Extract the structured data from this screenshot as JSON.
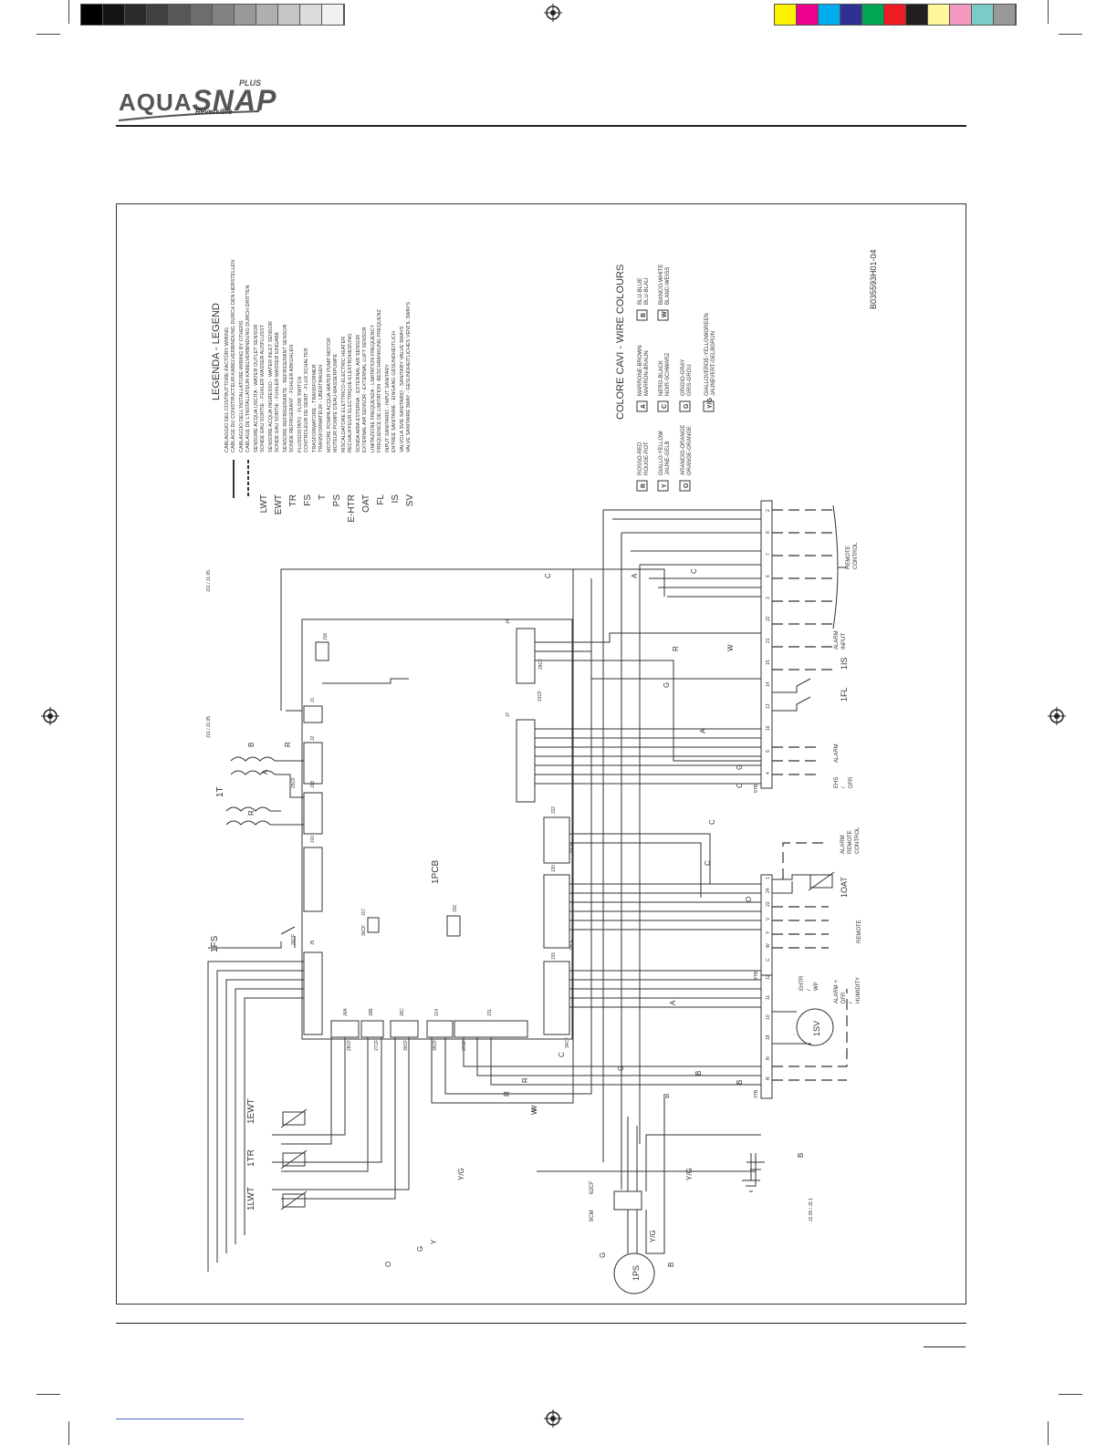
{
  "header": {
    "logo": {
      "brand_part1": "AQUA",
      "brand_part2": "SNAP",
      "superscript": "PLUS",
      "subtitle": "Reversible"
    }
  },
  "colors": {
    "ink": "#333333",
    "calibration_gray": [
      "#000000",
      "#151515",
      "#2b2b2b",
      "#414141",
      "#575757",
      "#6d6d6d",
      "#838383",
      "#999999",
      "#afafaf",
      "#c5c5c5",
      "#dbdbdb",
      "#f1f1f1"
    ],
    "calibration_color": [
      "#fff200",
      "#ec008c",
      "#00aeef",
      "#2e3192",
      "#00a651",
      "#ed1c24",
      "#231f20",
      "#fff799",
      "#f49ac1",
      "#7accc8",
      "#999999"
    ]
  },
  "diagram": {
    "code": "B035593H01-04",
    "legend": {
      "title": "LEGENDA - LEGEND",
      "items": [
        {
          "symbol": "",
          "lines": [
            "CABLAGGIO DEL COSTRUTTORE-FACTORY WIRING",
            "CABLAGE DU CONSTRUCTEUR-KABELVERBINDUNG DURCH DEN HERSTELLEN"
          ]
        },
        {
          "symbol": "",
          "lines": [
            "CABLAGGIO DELL'INSTALLATORE-WIRING BY OTHERS",
            "CABLAGE DE L'INSTALLATEUR-KABELVERBINDUNG DURCH DRITTEN"
          ]
        },
        {
          "symbol": "LWT",
          "lines": [
            "SENSORE ACQUA USCITA - WATER OUTLET SENSOR",
            "SONDE EAU SORTIE - FUHLER WASSER AUSFLUSST"
          ]
        },
        {
          "symbol": "EWT",
          "lines": [
            "SENSORE ACQUA INGRESSO - WATER INLET SENSOR",
            "SONDE EAU SORTIE - FUHLER WASSER EINGABE"
          ]
        },
        {
          "symbol": "TR",
          "lines": [
            "SENSORE REFRIGERANTE - REFRIGERANT SENSOR",
            "SONDE REFRIGERANT - FUHLER ABKUHLEN"
          ]
        },
        {
          "symbol": "FS",
          "lines": [
            "FLUSSOSTATO - FLOW SWITCH",
            "CONTROLEUR DE DEBIT - FLUX SCHALTER"
          ]
        },
        {
          "symbol": "T",
          "lines": [
            "TRASFORMATORE - TRANSFORMER",
            "TRANSFORMATEUR - UBERTRAGEN"
          ]
        },
        {
          "symbol": "PS",
          "lines": [
            "MOTORE POMPA ACQUA-WATER PUMP MOTOR",
            "MOTEUR POMPE D'EAU-WASSERPUMPE"
          ]
        },
        {
          "symbol": "E-HTR",
          "lines": [
            "RISCALDATORE ELETTRICO-ELECTRIC HEATER",
            "RECHAUFFEUR ELECTRIQUE-ELEKTROHEIZUNG"
          ]
        },
        {
          "symbol": "OAT",
          "lines": [
            "SONDA ARIA ESTERNA - EXTERNAL AIR SENSOR",
            "EXTERNAL AIR SENSOR - EXTERNAL LUFT SENSOR"
          ]
        },
        {
          "symbol": "FL",
          "lines": [
            "LIMITAZIONE FREQUENZA - LIMITATION FREQUENCY",
            "FREQUENCE DE LIMITATION -BESCHRANKUNG FREQUENZ"
          ]
        },
        {
          "symbol": "IS",
          "lines": [
            "INPUT SANITARIO - INPUT SANITARY",
            "ENTREE SANITAIRE - EINGANG GESUNDHEITLICH"
          ]
        },
        {
          "symbol": "SV",
          "lines": [
            "VALVOLA 3VIE SANITARIO - SANITARY VALVE 3WAYS",
            "VALVE SANITAIRE 3WAY - GESUNDHEITLICHES VENTIL 3WAYS"
          ]
        }
      ]
    },
    "wire_colours": {
      "title": "COLORE CAVI - WIRE COLOURS",
      "items": [
        {
          "code": "R",
          "lines": [
            "ROSSO-RED",
            "ROUGE-ROT"
          ]
        },
        {
          "code": "Y",
          "lines": [
            "GIALLO-YELLOW",
            "JAUNE-GELB"
          ]
        },
        {
          "code": "O",
          "lines": [
            "ARANCIO-ORANGE",
            "ORANGE-ORANGE"
          ]
        },
        {
          "code": "A",
          "lines": [
            "MARRONE-BROWN",
            "MARRON-BRAUN"
          ]
        },
        {
          "code": "C",
          "lines": [
            "NERO-BLACK",
            "NOIR-SCHWARZ"
          ]
        },
        {
          "code": "G",
          "lines": [
            "GRIGIO-GRAY",
            "GRIS-GROU"
          ]
        },
        {
          "code": "Y/G",
          "lines": [
            "GIALLOVERDE-YELLOWGREEN",
            "JAUNEVERT-GELBGRUN"
          ]
        },
        {
          "code": "B",
          "lines": [
            "BLU-BLUE",
            "BLU-BLAU"
          ]
        },
        {
          "code": "W",
          "lines": [
            "BIANCO-WHITE",
            "BLANC-WEISS"
          ]
        }
      ]
    },
    "components": {
      "pcb": "1PCB",
      "transformer": "1T",
      "flow_switch": "1FS",
      "sensor_ewt": "1EWT",
      "sensor_tr": "1TR",
      "sensor_lwt": "1LWT",
      "pump": "1PS",
      "valve": "1SV",
      "oat": "1OAT",
      "fl": "1FL",
      "is": "1IS",
      "ground_connector_a": "9CM",
      "ground_connector_b": "62CF"
    },
    "connectors": [
      "J1",
      "J2",
      "J13",
      "J10",
      "J17",
      "J5",
      "J6A",
      "J6B",
      "J6C",
      "J14",
      "J11",
      "J15",
      "J20",
      "J22",
      "J7",
      "J4",
      "J16",
      "J18"
    ],
    "connector_codes": [
      "26CF",
      "25CF",
      "34CF",
      "33CF",
      "32CF",
      "31CF",
      "29CF",
      "28CF",
      "27CF",
      "30CF",
      "35CF",
      "36CF",
      "37CF"
    ],
    "terminal_blocks": [
      {
        "name": "5TB",
        "terminals": [
          "4",
          "5",
          "16",
          "13",
          "14",
          "15",
          "21",
          "22",
          "3",
          "6",
          "7",
          "8",
          "2"
        ]
      },
      {
        "name": "4TB",
        "terminals": [
          "C",
          "W",
          "Y",
          "V",
          "23",
          "24",
          "1"
        ]
      },
      {
        "name": "3TB",
        "terminals": [
          "N",
          "N",
          "18",
          "10",
          "11",
          "12"
        ]
      }
    ],
    "field_labels": {
      "remote_control": [
        "REMOTE",
        "CONTROL"
      ],
      "alarm_input": [
        "ALARM",
        "INPUT"
      ],
      "alarm_remote_control": [
        "ALARM",
        "REMOTE",
        "CONTROL"
      ],
      "remote": "REMOTE",
      "ehs_dfr": [
        "EHS",
        "/",
        "DFR"
      ],
      "alarm": "ALARM",
      "ehtr_wp": [
        "EHTR",
        "/",
        "WP"
      ],
      "alarm_dfr_humidity": [
        "ALARM +",
        "DFR",
        "/",
        "HUMIDITY"
      ],
      "off_page": [
        "J11 / J1.05",
        "J11 / J1.05",
        "J1.05 / J3.1"
      ]
    },
    "wire_letters": [
      "R",
      "B",
      "A",
      "R",
      "C",
      "A",
      "G",
      "R",
      "W",
      "C",
      "A",
      "G",
      "C",
      "C",
      "C",
      "O",
      "A",
      "B",
      "C",
      "G",
      "R",
      "R",
      "W",
      "B",
      "Y/G",
      "Y/G",
      "B",
      "B",
      "O",
      "W",
      "G",
      "Y",
      "G",
      "Y/G",
      "B"
    ]
  }
}
